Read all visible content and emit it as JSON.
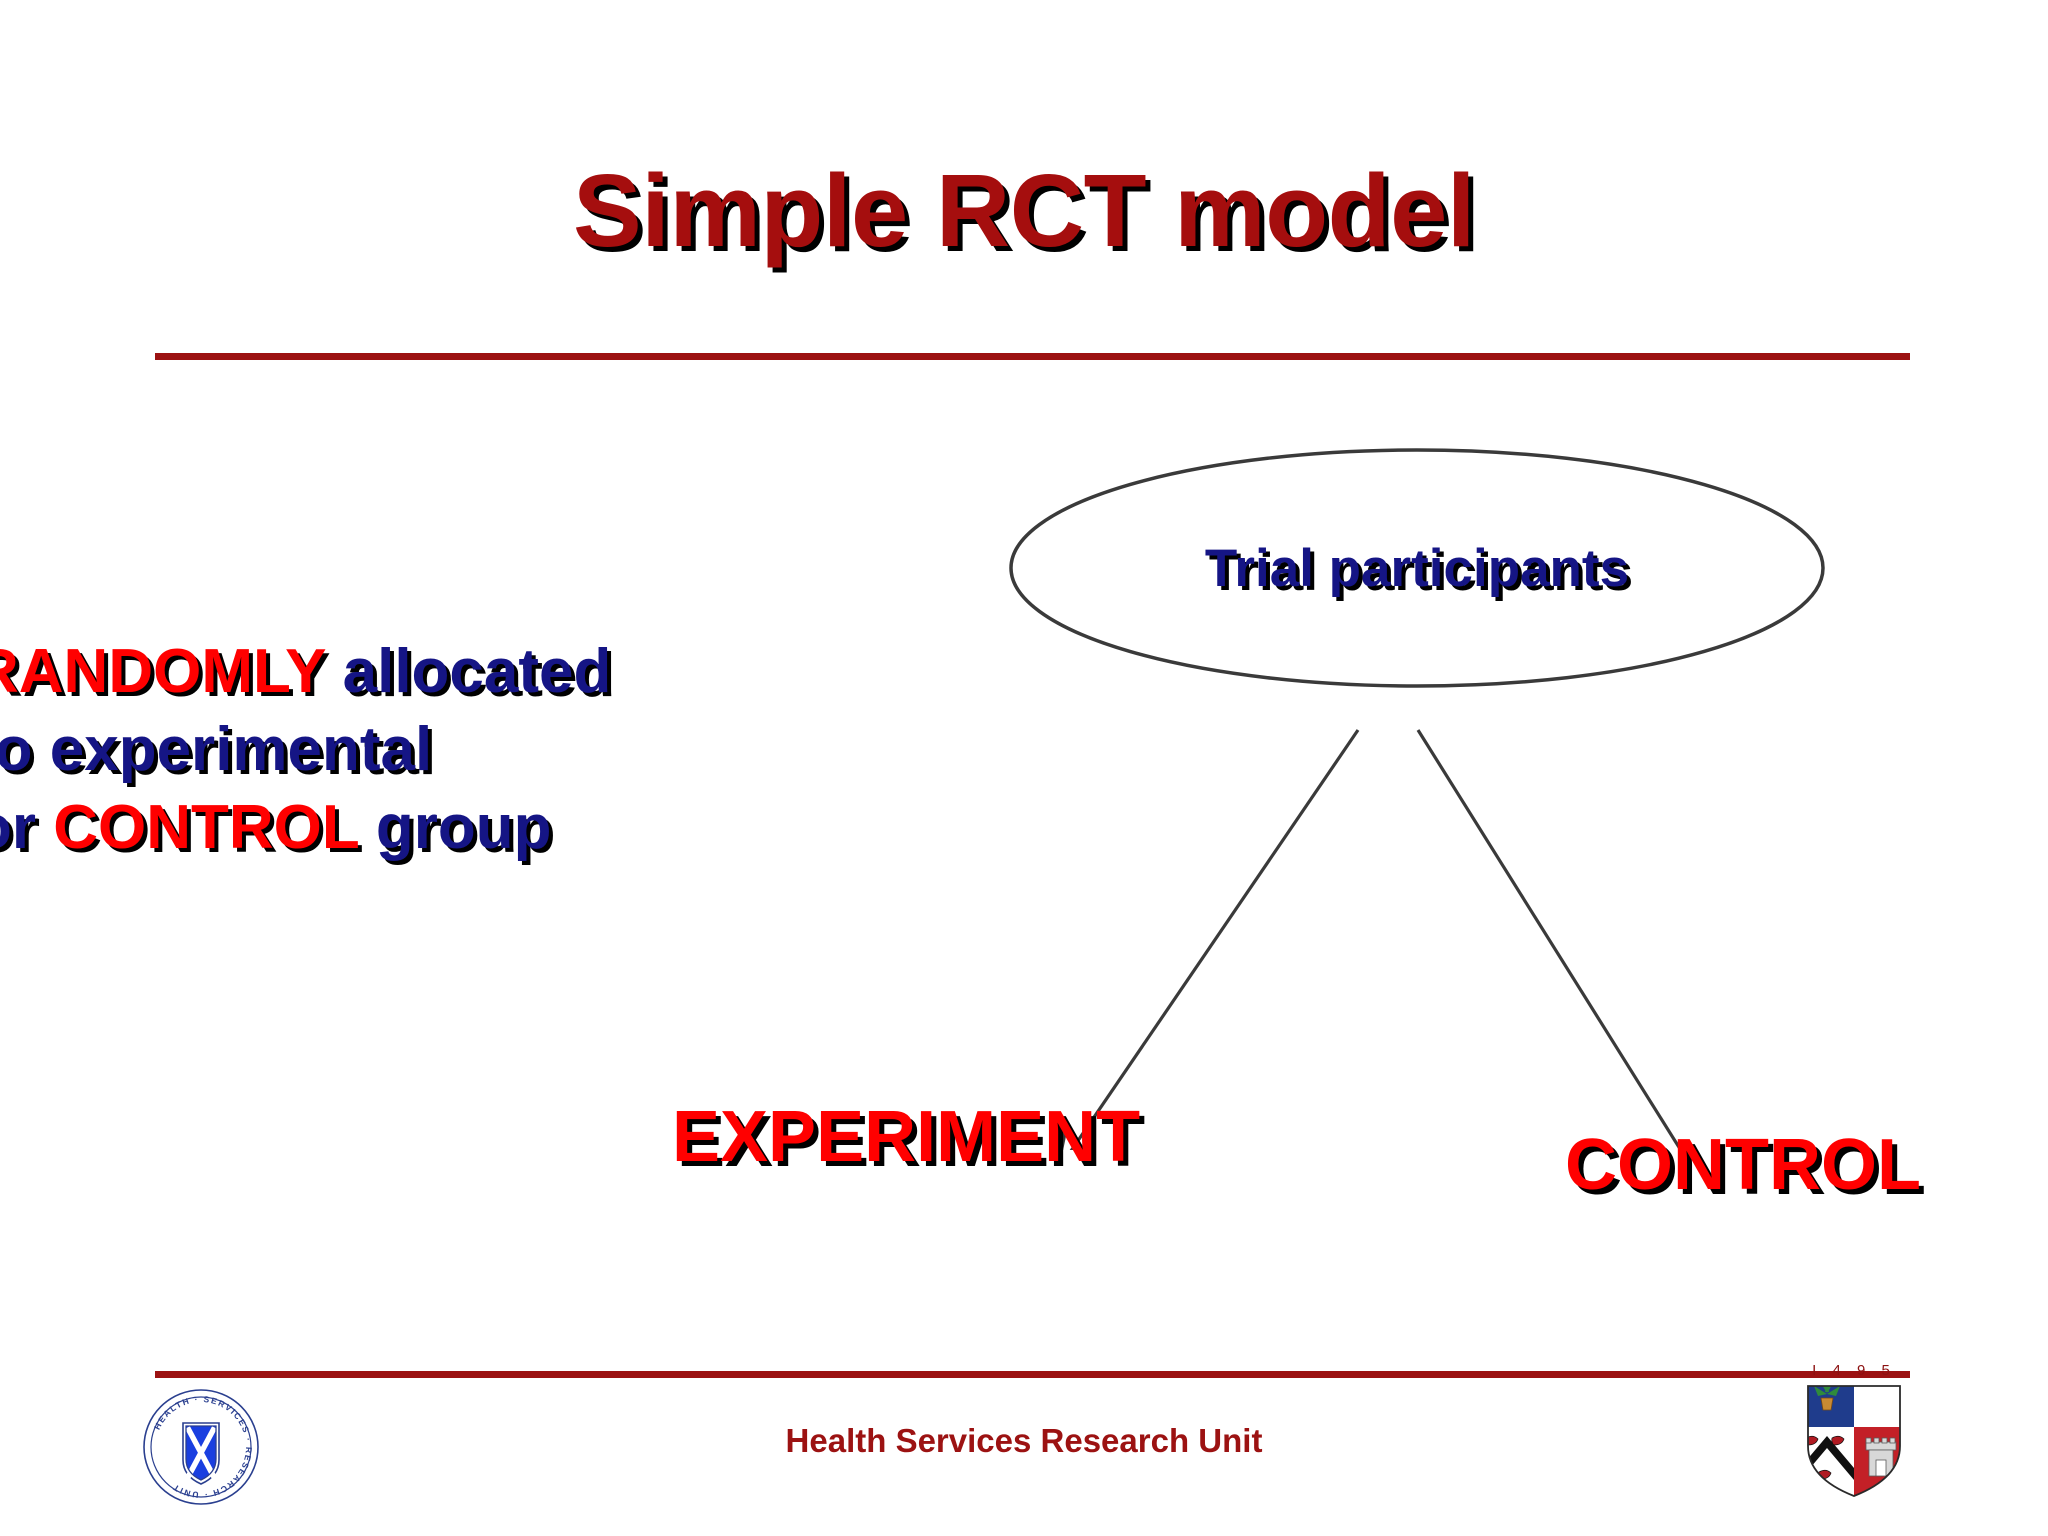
{
  "slide": {
    "title": "Simple RCT model",
    "background_color": "#FFFFFF",
    "accent_color": "#9C1212",
    "title_color": "#A50E0E",
    "red_color": "#FF0000",
    "navy_color": "#151585",
    "shadow_color": "#000000",
    "arrow_color": "#3A3A3A"
  },
  "diagram": {
    "source_node": {
      "shape": "ellipse",
      "label": "Trial participants"
    },
    "allocation_text": {
      "lines": [
        {
          "segments": [
            {
              "text": "RANDOMLY",
              "style": "red"
            },
            {
              "text": " allocated",
              "style": "navy"
            }
          ]
        },
        {
          "segments": [
            {
              "text": "to experimental",
              "style": "navy"
            }
          ]
        },
        {
          "segments": [
            {
              "text": "or ",
              "style": "navy"
            },
            {
              "text": "CONTROL",
              "style": "red"
            },
            {
              "text": " group",
              "style": "navy"
            }
          ]
        }
      ],
      "line1_part1": "RANDOMLY",
      "line1_part2": " allocated",
      "line2": "to experimental",
      "line3_part1": "or ",
      "line3_part2": "CONTROL",
      "line3_part3": " group"
    },
    "branches": [
      {
        "label": "EXPERIMENT",
        "direction": "down-left"
      },
      {
        "label": "CONTROL",
        "direction": "down-right"
      }
    ],
    "experiment_label": "EXPERIMENT",
    "control_label": "CONTROL"
  },
  "footer": {
    "organisation": "Health Services Research Unit",
    "hsru_logo_ring_text": "HEALTH · SERVICES · RESEARCH · UNIT",
    "crest_year": "I 4 9 5",
    "crest_name": "university-of-aberdeen-coat-of-arms"
  }
}
